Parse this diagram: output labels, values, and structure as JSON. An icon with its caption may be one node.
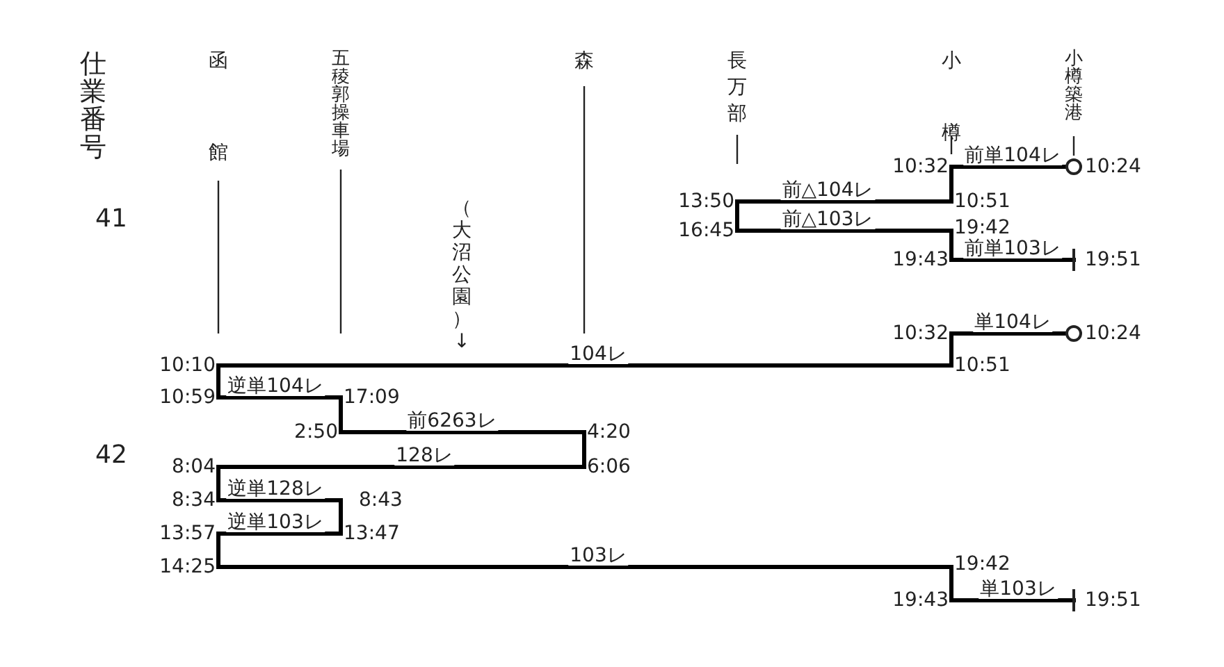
{
  "diagram": {
    "nodes": [
      {
        "text": [
          "10:24"
        ]
      },
      {
        "text": [
          "10:32"
        ]
      },
      {
        "text": [
          "10:51"
        ]
      },
      {
        "text": [
          "13:50"
        ]
      },
      {
        "text": [
          "16:45"
        ]
      },
      {
        "text": [
          "19:42"
        ]
      },
      {
        "text": [
          "19:43"
        ]
      },
      {
        "text": [
          "19:51"
        ]
      },
      {
        "text": [
          "10:32"
        ]
      },
      {
        "text": [
          "10:24"
        ]
      },
      {
        "text": [
          "10:10"
        ]
      },
      {
        "text": [
          "10:51"
        ]
      },
      {
        "text": [
          "10:59"
        ]
      },
      {
        "text": [
          "17:09"
        ]
      },
      {
        "text": [
          "2:50"
        ]
      },
      {
        "text": [
          "4:20"
        ]
      },
      {
        "text": [
          "8:04"
        ]
      },
      {
        "text": [
          "6:06"
        ]
      },
      {
        "text": [
          "8:34"
        ]
      },
      {
        "text": [
          "8:43"
        ]
      },
      {
        "text": [
          "13:57"
        ]
      },
      {
        "text": [
          "13:47"
        ]
      },
      {
        "text": [
          "14:25"
        ]
      },
      {
        "text": [
          "19:42"
        ]
      },
      {
        "text": [
          "19:43"
        ]
      },
      {
        "text": [
          "19:51"
        ]
      }
    ],
    "edges": [
      {
        "from": 0,
        "to": 1,
        "arrow": "other",
        "label": "前単104レ"
      },
      {
        "from": 1,
        "to": 2,
        "arrow": "none"
      },
      {
        "from": 2,
        "to": 3,
        "arrow": "none",
        "label": "前△104レ"
      },
      {
        "from": 3,
        "to": 4,
        "arrow": "none"
      },
      {
        "from": 4,
        "to": 5,
        "arrow": "none",
        "label": "前△103レ"
      },
      {
        "from": 5,
        "to": 6,
        "arrow": "none"
      },
      {
        "from": 6,
        "to": 7,
        "arrow": "other",
        "label": "前単103レ"
      },
      {
        "from": 9,
        "to": 8,
        "arrow": "other",
        "label": "単104レ"
      },
      {
        "from": 8,
        "to": 11,
        "arrow": "none"
      },
      {
        "from": 11,
        "to": 10,
        "arrow": "none",
        "label": "104レ"
      },
      {
        "from": 10,
        "to": 12,
        "arrow": "none"
      },
      {
        "from": 12,
        "to": 13,
        "arrow": "none",
        "label": "逆単104レ"
      },
      {
        "from": 13,
        "to": 14,
        "arrow": "none"
      },
      {
        "from": 14,
        "to": 15,
        "arrow": "none",
        "label": "前6263レ"
      },
      {
        "from": 15,
        "to": 17,
        "arrow": "none"
      },
      {
        "from": 17,
        "to": 16,
        "arrow": "none",
        "label": "128レ"
      },
      {
        "from": 16,
        "to": 18,
        "arrow": "none"
      },
      {
        "from": 18,
        "to": 19,
        "arrow": "none",
        "label": "逆単128レ"
      },
      {
        "from": 19,
        "to": 21,
        "arrow": "none"
      },
      {
        "from": 21,
        "to": 20,
        "arrow": "none",
        "label": "逆単103レ"
      },
      {
        "from": 20,
        "to": 22,
        "arrow": "none"
      },
      {
        "from": 22,
        "to": 23,
        "arrow": "none",
        "label": "103レ"
      },
      {
        "from": 23,
        "to": 24,
        "arrow": "none"
      },
      {
        "from": 24,
        "to": 25,
        "arrow": "other",
        "label": "単103レ"
      }
    ],
    "labels": [
      "仕業番号",
      "函館",
      "五稜郭操車場",
      "森",
      "長万部",
      "小樽",
      "小樽築港",
      "41",
      "（大沼公園）↓",
      "42"
    ]
  }
}
